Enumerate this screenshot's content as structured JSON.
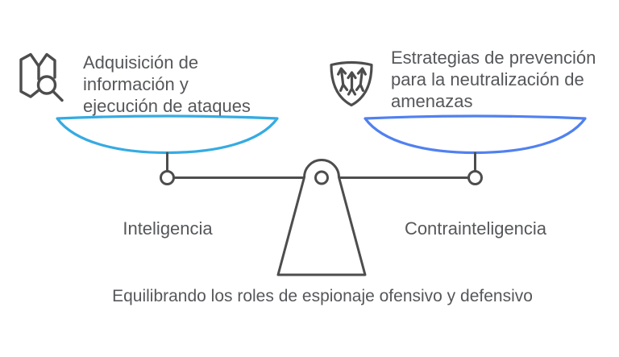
{
  "diagram": {
    "caption": "Equilibrando los roles de espionaje ofensivo y defensivo",
    "colors": {
      "structure": "#4d4d4d",
      "text": "#56575a",
      "left_pan": "#35abe2",
      "right_pan": "#5181f0"
    },
    "left": {
      "icon": "map-search-icon",
      "title_lines": [
        "Adquisición de",
        "información y",
        "ejecución de ataques"
      ],
      "label": "Inteligencia"
    },
    "right": {
      "icon": "shield-arrows-icon",
      "title_lines": [
        "Estrategias de prevención",
        "para la neutralización de",
        "amenazas"
      ],
      "label": "Contrainteligencia"
    }
  }
}
